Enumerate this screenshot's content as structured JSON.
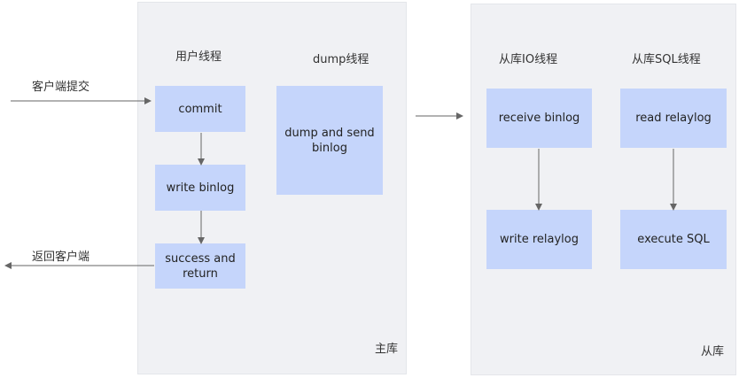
{
  "master": {
    "panel_label": "主库",
    "user_thread_label": "用户线程",
    "dump_thread_label": "dump线程",
    "boxes": {
      "commit": "commit",
      "write_binlog": "write binlog",
      "success_return": "success and return",
      "dump_send": "dump and send binlog"
    }
  },
  "slave": {
    "panel_label": "从库",
    "io_thread_label": "从库IO线程",
    "sql_thread_label": "从库SQL线程",
    "boxes": {
      "receive_binlog": "receive binlog",
      "write_relaylog": "write relaylog",
      "read_relaylog": "read relaylog",
      "execute_sql": "execute SQL"
    }
  },
  "client": {
    "submit_label": "客户端提交",
    "return_label": "返回客户端"
  },
  "colors": {
    "box_fill": "#c5d5fb",
    "panel_fill": "#f0f1f4",
    "arrow": "#666666"
  }
}
